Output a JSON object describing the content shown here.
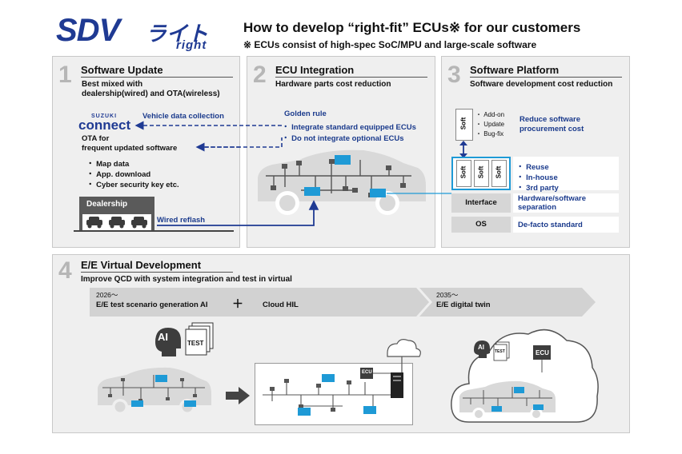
{
  "header": {
    "logo_text": "SDV",
    "logo_kana": "ライト",
    "logo_small": "right",
    "title": "How to develop “right-fit” ECUs※ for our customers",
    "subtitle": "※ ECUs consist of high-spec SoC/MPU and large-scale software"
  },
  "panel1": {
    "number": "1",
    "title": "Software Update",
    "subtitle_line1": "Best mixed with",
    "subtitle_line2": "dealership(wired) and OTA(wireless)",
    "brand_top": "SUZUKI",
    "brand_main": "connect",
    "vehicle_data": "Vehicle data collection",
    "ota_line1": "OTA for",
    "ota_line2": "frequent updated software",
    "bullets": [
      "・ Map data",
      "・ App. download",
      "・ Cyber security key  etc."
    ],
    "dealership": "Dealership",
    "wired_reflash": "Wired reflash"
  },
  "panel2": {
    "number": "2",
    "title": "ECU Integration",
    "subtitle": "Hardware parts cost reduction",
    "golden_rule": "Golden rule",
    "rules": [
      "・ Integrate standard equipped ECUs",
      "・ Do not integrate optional ECUs"
    ]
  },
  "panel3": {
    "number": "3",
    "title": "Software Platform",
    "subtitle": "Software development cost reduction",
    "soft_label": "Soft",
    "addon_list": [
      "・ Add-on",
      "・ Update",
      "・ Bug-fix"
    ],
    "reduce_line1": "Reduce software",
    "reduce_line2": "procurement cost",
    "reuse_list": [
      "・ Reuse",
      "・ In-house",
      "・ 3rd party"
    ],
    "interface_label": "Interface",
    "interface_desc_line1": "Hardware/software",
    "interface_desc_line2": "separation",
    "os_label": "OS",
    "os_desc": "De-facto standard"
  },
  "panel4": {
    "number": "4",
    "title": "E/E Virtual Development",
    "subtitle": "Improve QCD with system integration and test in virtual",
    "year1": "2026〜",
    "stage1": "E/E test scenario generation AI",
    "plus": "＋",
    "stage1b": "Cloud HIL",
    "year2": "2035〜",
    "stage2": "E/E digital twin",
    "ai_label": "AI",
    "test_label": "TEST",
    "ecu_label": "ECU"
  },
  "colors": {
    "navy": "#1f3a93",
    "ecu_blue": "#1e9ad6",
    "panel_bg": "#efefef",
    "car_gray": "#d9d9d9"
  }
}
